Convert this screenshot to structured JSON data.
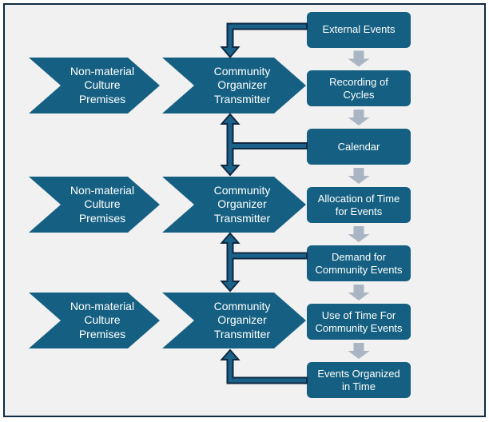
{
  "diagram_rows": [
    {
      "premise": {
        "line1": "Non-material",
        "line2": "Culture",
        "line3": "Premises"
      },
      "transmitter": {
        "line1": "Community",
        "line2": "Organizer",
        "line3": "Transmitter"
      }
    },
    {
      "premise": {
        "line1": "Non-material",
        "line2": "Culture",
        "line3": "Premises"
      },
      "transmitter": {
        "line1": "Community",
        "line2": "Organizer",
        "line3": "Transmitter"
      }
    },
    {
      "premise": {
        "line1": "Non-material",
        "line2": "Culture",
        "line3": "Premises"
      },
      "transmitter": {
        "line1": "Community",
        "line2": "Organizer",
        "line3": "Transmitter"
      }
    }
  ],
  "process_boxes": [
    {
      "line1": "External Events",
      "line2": ""
    },
    {
      "line1": "Recording of",
      "line2": "Cycles"
    },
    {
      "line1": "Calendar",
      "line2": ""
    },
    {
      "line1": "Allocation of Time",
      "line2": "for Events"
    },
    {
      "line1": "Demand for",
      "line2": "Community Events"
    },
    {
      "line1": "Use of Time For",
      "line2": "Community Events"
    },
    {
      "line1": "Events Organized",
      "line2": "in Time"
    }
  ],
  "colors": {
    "shape_teal": "#156082",
    "connector_fill": "#1A628A",
    "connector_outline": "#0E2841",
    "flow_arrow_gray": "#A9B5C2",
    "background": "#F1F1F1",
    "frame_border": "#0F2B41",
    "text": "#FFFFFF"
  }
}
